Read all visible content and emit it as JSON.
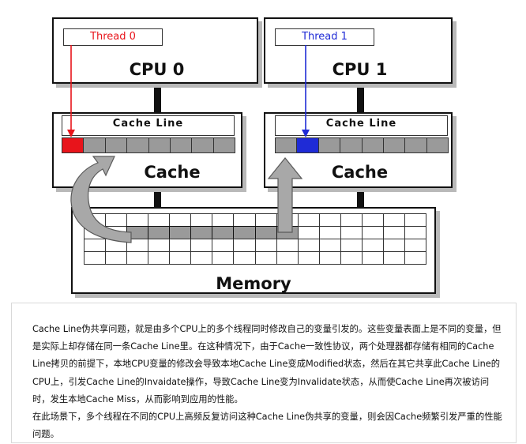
{
  "diagram": {
    "cpu0": {
      "title": "CPU 0",
      "thread": "Thread 0",
      "cache_line_title": "Cache Line",
      "cache_title": "Cache"
    },
    "cpu1": {
      "title": "CPU 1",
      "thread": "Thread 1",
      "cache_line_title": "Cache Line",
      "cache_title": "Cache"
    },
    "memory": {
      "title": "Memory"
    },
    "colors": {
      "thread0": "#e8141b",
      "thread1": "#1f2bd6",
      "cell_gray": "#9a9a9a",
      "box_shadow": "#b9b9b9"
    }
  },
  "text": {
    "paragraph1": "Cache Line伪共享问题，就是由多个CPU上的多个线程同时修改自己的变量引发的。这些变量表面上是不同的变量，但是实际上却存储在同一条Cache Line里。在这种情况下，由于Cache一致性协议，两个处理器都存储有相同的Cache Line拷贝的前提下，本地CPU变量的修改会导致本地Cache Line变成Modified状态，然后在其它共享此Cache Line的CPU上，引发Cache Line的Invaidate操作，导致Cache Line变为Invalidate状态，从而使Cache Line再次被访问时，发生本地Cache Miss，从而影响到应用的性能。",
    "paragraph2": "在此场景下，多个线程在不同的CPU上高频反复访问这种Cache Line伪共享的变量，则会因Cache频繁引发严重的性能问题。"
  }
}
